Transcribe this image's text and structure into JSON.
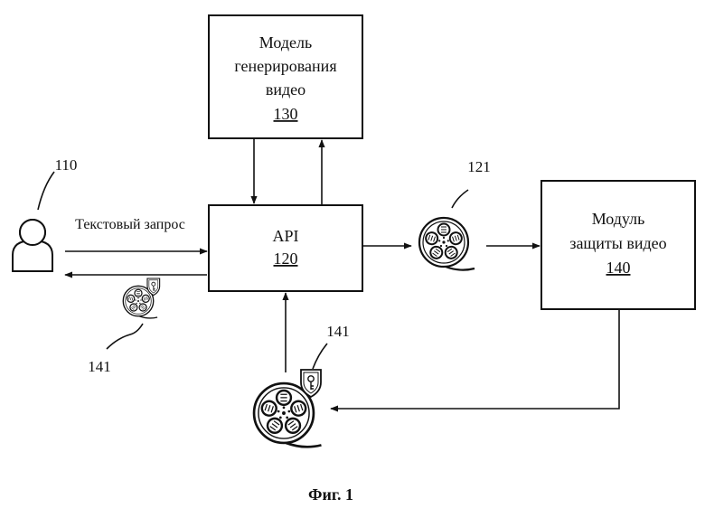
{
  "figure": {
    "caption": "Фиг. 1",
    "model_box": {
      "lines": [
        "Модель",
        "генерирования",
        "видео"
      ],
      "ref": "130"
    },
    "api_box": {
      "title": "API",
      "ref": "120"
    },
    "protect_box": {
      "lines": [
        "Модуль",
        "защиты видео"
      ],
      "ref": "140"
    },
    "user": {
      "ref": "110"
    },
    "request_label": "Текстовый запрос",
    "video_ref": "121",
    "protected_ref_bottom": "141",
    "protected_ref_left": "141"
  }
}
